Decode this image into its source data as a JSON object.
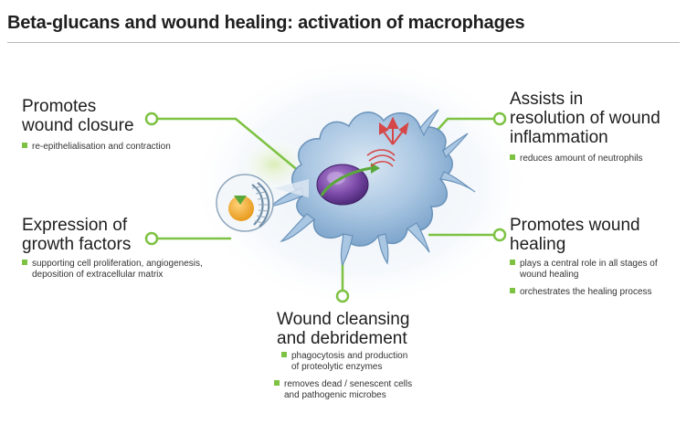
{
  "title": "Beta-glucans and wound healing: activation of macrophages",
  "colors": {
    "accent": "#7dc242",
    "cell": "#8fb4d6",
    "nucleus": "#7b4aa8",
    "heading": "#1e1e1e"
  },
  "callouts": {
    "wound_closure": {
      "heading_line1": "Promotes",
      "heading_line2": "wound closure",
      "bullets": [
        "re-epithelialisation and contraction"
      ]
    },
    "growth_factors": {
      "heading_line1": "Expression of",
      "heading_line2": "growth factors",
      "bullet_line1": "supporting cell proliferation, angiogenesis,",
      "bullet_line2": "deposition of extracellular matrix"
    },
    "inflammation": {
      "heading_line1": "Assists in",
      "heading_line2": "resolution of wound",
      "heading_line3": "inflammation",
      "bullets": [
        "reduces amount of neutrophils"
      ]
    },
    "healing": {
      "heading_line1": "Promotes wound",
      "heading_line2": "healing",
      "bullet1_line1": "plays a central role in all stages of",
      "bullet1_line2": "wound healing",
      "bullet2": "orchestrates the healing process"
    },
    "cleansing": {
      "heading_line1": "Wound cleansing",
      "heading_line2": "and debridement",
      "bullet1_line1": "phagocytosis and production",
      "bullet1_line2": "of proteolytic enzymes",
      "bullet2_line1": "removes dead / senescent cells",
      "bullet2_line2": "and pathogenic microbes"
    }
  }
}
